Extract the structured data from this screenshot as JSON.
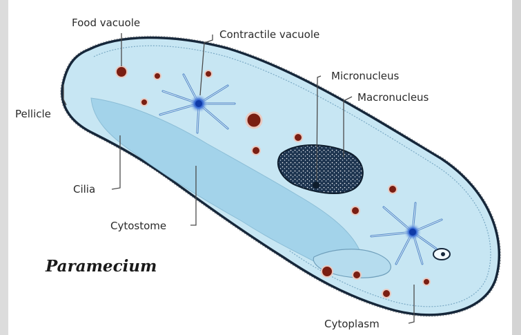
{
  "title": "Paramecium",
  "labels": {
    "food_vacuole": "Food vacuole",
    "contractile_vacuole": "Contractile vacuole",
    "micronucleus": "Micronucleus",
    "macronucleus": "Macronucleus",
    "pellicle": "Pellicle",
    "cilia": "Cilia",
    "cytostome": "Cytostome",
    "cytoplasm": "Cytoplasm"
  },
  "colors": {
    "cell_fill": "#c7e6f3",
    "oral_groove": "#a3d3ea",
    "outline": "#16273a",
    "nucleus": "#1e3550",
    "vacuole_dot": "#7a1e12",
    "contractile_center": "#1b4fb0",
    "frame": "#dcdcdc"
  },
  "icons": [
    "cilia-fringe",
    "food-vacuole-dot",
    "contractile-vacuole-star"
  ]
}
